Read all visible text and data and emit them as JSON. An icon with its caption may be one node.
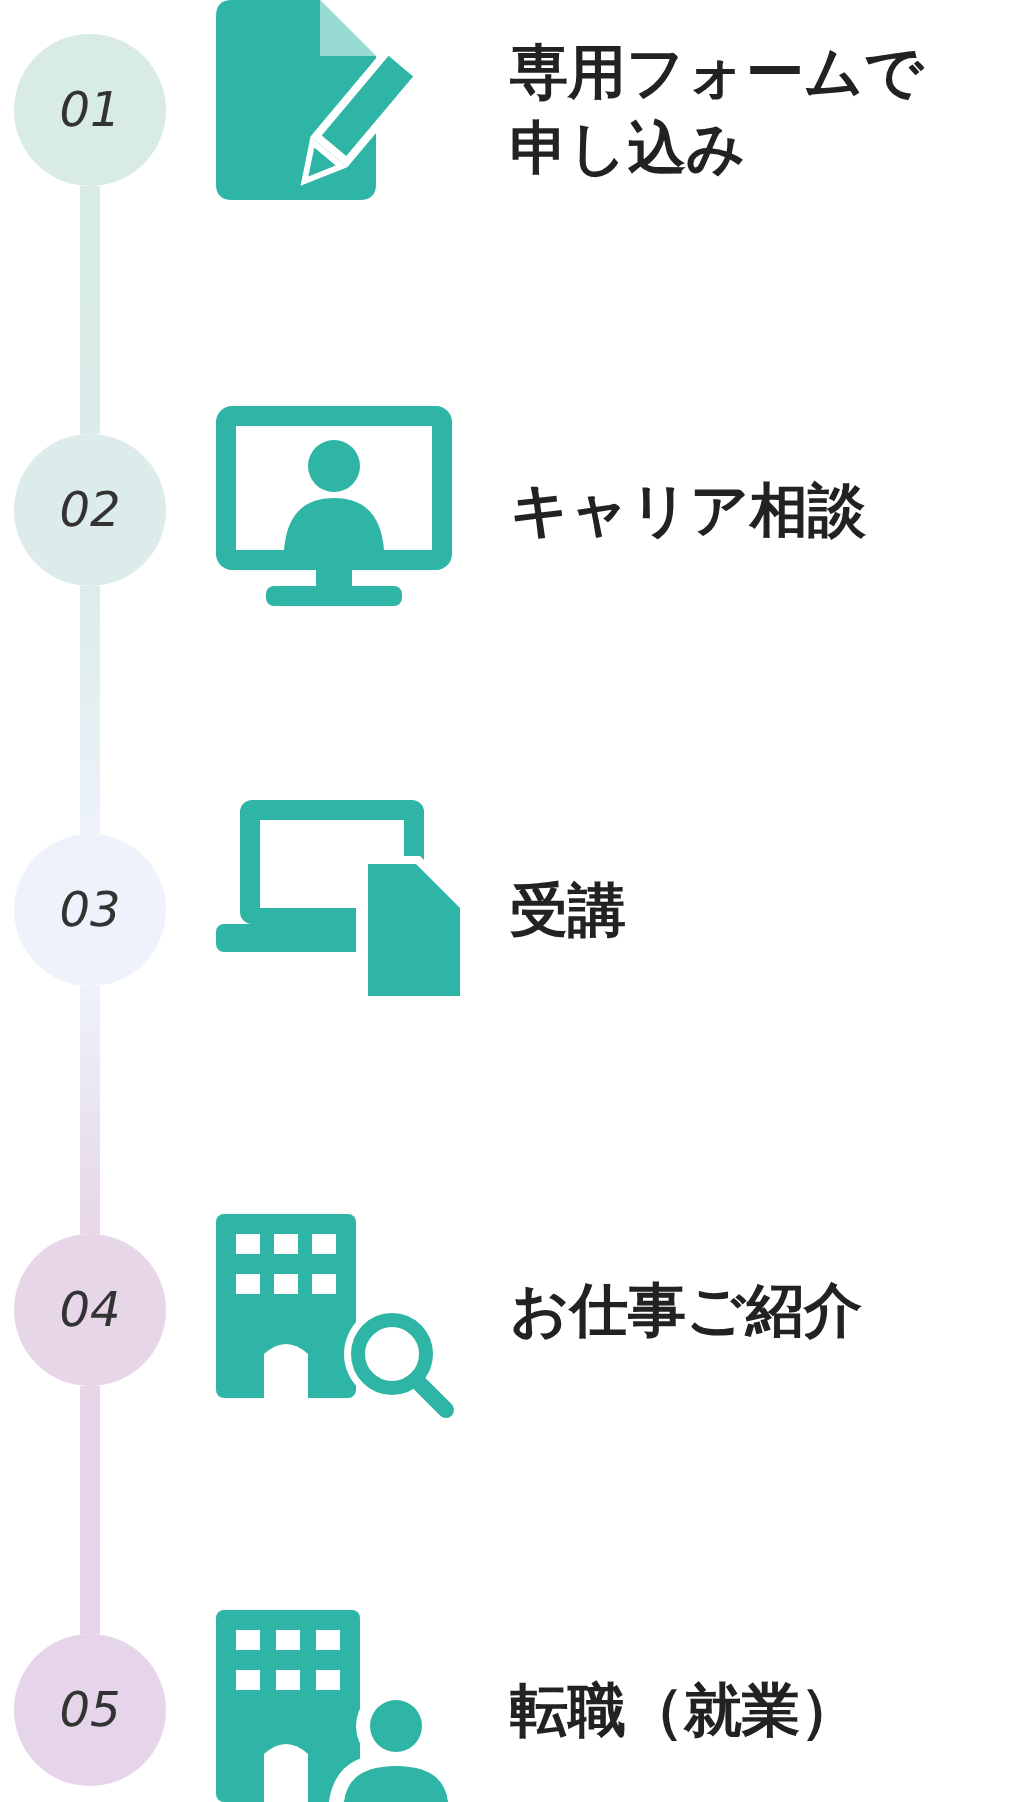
{
  "diagram": {
    "nodes": [
      {
        "text": [
          "01"
        ]
      },
      {
        "text": [
          "02"
        ]
      },
      {
        "text": [
          "03"
        ]
      },
      {
        "text": [
          "04"
        ]
      },
      {
        "text": [
          "05"
        ]
      }
    ],
    "edges": [
      {
        "from": 0,
        "to": 1,
        "arrow": "none"
      },
      {
        "from": 1,
        "to": 2,
        "arrow": "none"
      },
      {
        "from": 2,
        "to": 3,
        "arrow": "none"
      },
      {
        "from": 3,
        "to": 4,
        "arrow": "none"
      }
    ],
    "labels": [
      "専用フォームで申し込み",
      "キャリア相談",
      "受講",
      "お仕事ご紹介",
      "転職（就業）"
    ]
  }
}
